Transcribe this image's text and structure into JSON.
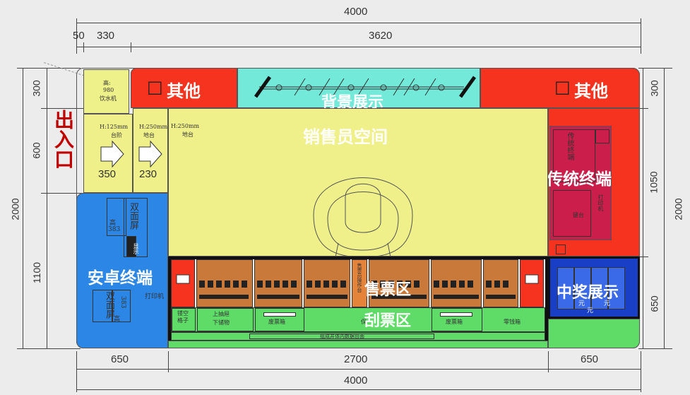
{
  "dimensions": {
    "top_total": "4000",
    "top_a": "50",
    "top_b": "330",
    "top_c": "3620",
    "bottom_a": "650",
    "bottom_b": "2700",
    "bottom_c": "650",
    "bottom_total": "4000",
    "left_outer": "2000",
    "left_a": "300",
    "left_b": "600",
    "left_c": "1100",
    "right_outer": "2000",
    "right_a": "300",
    "right_b": "1050",
    "right_c": "650"
  },
  "entrance": {
    "label": "出入口"
  },
  "zones": {
    "other_left": "其他",
    "other_right": "其他",
    "checkbox": "□",
    "background_display": "背景展示",
    "seller_space": "销售员空间",
    "traditional_terminal": "传统终端",
    "android_terminal": "安卓终端",
    "prize_display": "中奖展示",
    "ticket_sales": "售票区",
    "scratch_area": "刮票区"
  },
  "small_labels": {
    "water_title": "高:",
    "water_h": "980",
    "water_name": "饮水机",
    "step1_h": "H:125mm",
    "step1_name": "台阶",
    "step1_w": "350",
    "step2_h": "H:250mm",
    "step2_name": "地台",
    "step2_w": "230",
    "step3_h": "H:250mm",
    "step3_name": "地台",
    "dual_screen_top_height": "高",
    "dual_screen_top_val": "383",
    "dual_screen_top": "双面屏",
    "dual_screen_bottom": "双面屏",
    "dual_screen_bottom_val": "383",
    "dual_screen_bottom_height": "高",
    "printer_left": "打印机",
    "monitor_left": "显示",
    "printer_right": "打印机",
    "trad_term_small": "传统终端",
    "counter_right": "键台",
    "empty_grid": "镂空格子",
    "upper_drawer": "上抽屉",
    "lower_storage": "下储物",
    "waste_box1": "废票箱",
    "waste_box2": "废票箱",
    "change_box": "零钱箱",
    "insurance": "保",
    "bottom_shelf": "组成并体内数据台面",
    "center_sign": "售票员操作台",
    "yuan1": "元",
    "yuan2": "元",
    "yuan3": "元"
  }
}
